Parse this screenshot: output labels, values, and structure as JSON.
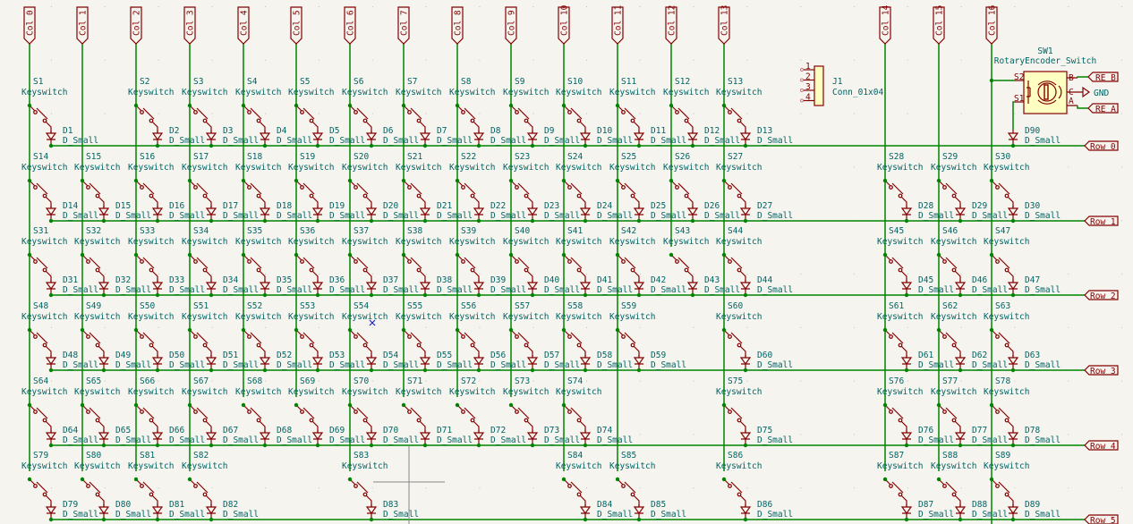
{
  "colors": {
    "background": "#f5f4ef",
    "wire": "#008400",
    "symbol": "#840000",
    "text": "#006464",
    "encoder_fill": "#ffffc2"
  },
  "columns": [
    "Col 0",
    "Col 1",
    "Col 2",
    "Col 3",
    "Col 4",
    "Col 5",
    "Col 6",
    "Col 7",
    "Col 8",
    "Col 9",
    "Col 10",
    "Col 11",
    "Col 12",
    "Col 13",
    "Col 14",
    "Col 15",
    "Col 16"
  ],
  "rows": [
    "Row 0",
    "Row 1",
    "Row 2",
    "Row 3",
    "Row 4",
    "Row 5"
  ],
  "switch_value": "Keyswitch",
  "diode_value": "D_Small",
  "matrix": [
    {
      "row": 0,
      "cells": [
        [
          0,
          1
        ],
        [
          2,
          2
        ],
        [
          3,
          3
        ],
        [
          4,
          4
        ],
        [
          5,
          5
        ],
        [
          6,
          6
        ],
        [
          7,
          7
        ],
        [
          8,
          8
        ],
        [
          9,
          9
        ],
        [
          10,
          10
        ],
        [
          11,
          11
        ],
        [
          12,
          12
        ],
        [
          13,
          13
        ]
      ]
    },
    {
      "row": 1,
      "cells": [
        [
          0,
          14
        ],
        [
          1,
          15
        ],
        [
          2,
          16
        ],
        [
          3,
          17
        ],
        [
          4,
          18
        ],
        [
          5,
          19
        ],
        [
          6,
          20
        ],
        [
          7,
          21
        ],
        [
          8,
          22
        ],
        [
          9,
          23
        ],
        [
          10,
          24
        ],
        [
          11,
          25
        ],
        [
          12,
          26
        ],
        [
          13,
          27
        ],
        [
          14,
          28
        ],
        [
          15,
          29
        ],
        [
          16,
          30
        ]
      ]
    },
    {
      "row": 2,
      "cells": [
        [
          0,
          31
        ],
        [
          1,
          32
        ],
        [
          2,
          33
        ],
        [
          3,
          34
        ],
        [
          4,
          35
        ],
        [
          5,
          36
        ],
        [
          6,
          37
        ],
        [
          7,
          38
        ],
        [
          8,
          39
        ],
        [
          9,
          40
        ],
        [
          10,
          41
        ],
        [
          11,
          42
        ],
        [
          12,
          43
        ],
        [
          13,
          44
        ],
        [
          14,
          45
        ],
        [
          15,
          46
        ],
        [
          16,
          47
        ]
      ]
    },
    {
      "row": 3,
      "cells": [
        [
          0,
          48
        ],
        [
          1,
          49
        ],
        [
          2,
          50
        ],
        [
          3,
          51
        ],
        [
          4,
          52
        ],
        [
          5,
          53
        ],
        [
          6,
          54
        ],
        [
          7,
          55
        ],
        [
          8,
          56
        ],
        [
          9,
          57
        ],
        [
          10,
          58
        ],
        [
          11,
          59
        ],
        [
          13,
          60
        ],
        [
          14,
          61
        ],
        [
          15,
          62
        ],
        [
          16,
          63
        ]
      ]
    },
    {
      "row": 4,
      "cells": [
        [
          0,
          64
        ],
        [
          1,
          65
        ],
        [
          2,
          66
        ],
        [
          3,
          67
        ],
        [
          4,
          68
        ],
        [
          5,
          69
        ],
        [
          6,
          70
        ],
        [
          7,
          71
        ],
        [
          8,
          72
        ],
        [
          9,
          73
        ],
        [
          10,
          74
        ],
        [
          13,
          75
        ],
        [
          14,
          76
        ],
        [
          15,
          77
        ],
        [
          16,
          78
        ]
      ]
    },
    {
      "row": 5,
      "cells": [
        [
          0,
          79
        ],
        [
          1,
          80
        ],
        [
          2,
          81
        ],
        [
          3,
          82
        ],
        [
          6,
          83
        ],
        [
          10,
          84
        ],
        [
          11,
          85
        ],
        [
          13,
          86
        ],
        [
          14,
          87
        ],
        [
          15,
          88
        ],
        [
          16,
          89
        ]
      ]
    }
  ],
  "connector": {
    "ref": "J1",
    "value": "Conn_01x04",
    "pins": [
      "1",
      "2",
      "3",
      "4"
    ]
  },
  "encoder": {
    "ref": "SW1",
    "value": "RotaryEncoder_Switch",
    "pins": {
      "s2": "S2",
      "s1": "S1",
      "b": "B",
      "c": "C",
      "a": "A"
    },
    "labels": {
      "b": "RE B",
      "a": "RE A",
      "gnd": "GND"
    },
    "diode_ref": "D90"
  }
}
